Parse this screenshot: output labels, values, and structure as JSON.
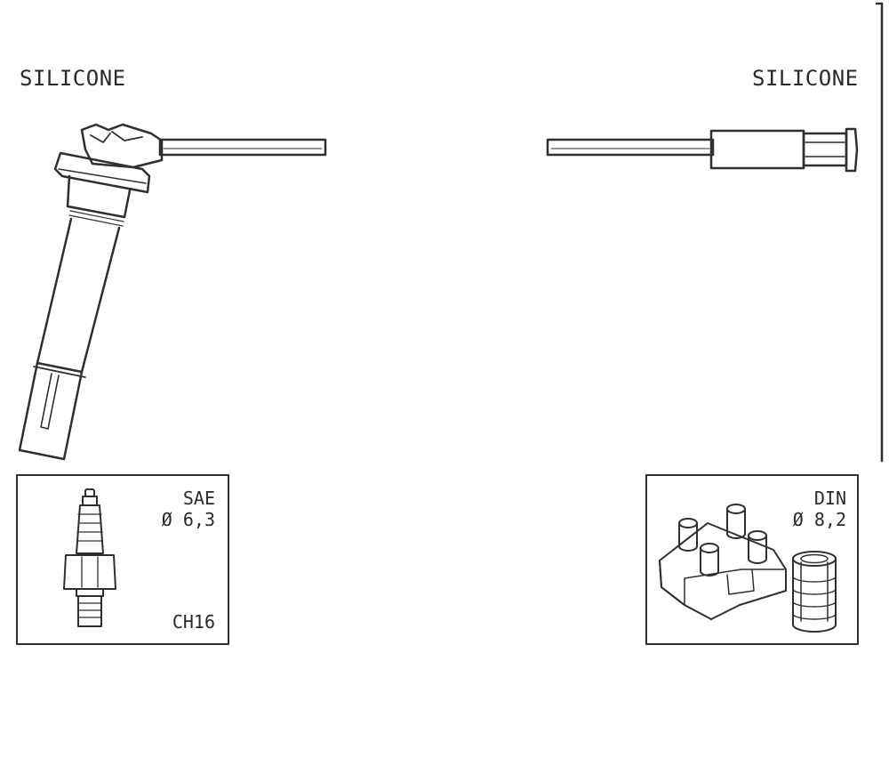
{
  "left_end": {
    "material_label": "SILICONE",
    "connector_type": "SAE",
    "diameter": "Ø 6,3",
    "spark_plug_code": "CH16"
  },
  "right_end": {
    "material_label": "SILICONE",
    "connector_type": "DIN",
    "diameter": "Ø 8,2"
  },
  "colors": {
    "line": "#2f2f2f",
    "background": "#ffffff"
  },
  "icons": [
    "spark-plug-icon",
    "ignition-coil-icon",
    "terminal-sleeve-icon"
  ]
}
